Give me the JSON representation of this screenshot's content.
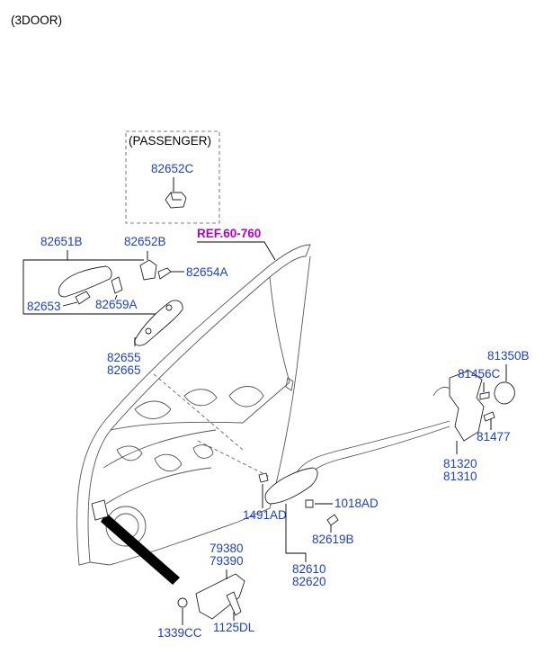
{
  "header": {
    "variant": "(3DOOR)"
  },
  "passenger_box": {
    "title": "(PASSENGER)"
  },
  "reference": {
    "label": "REF.60-760",
    "color": "#b000c8"
  },
  "colors": {
    "part_label": "#1a3fd1",
    "line": "#000000"
  },
  "parts": {
    "p82652C": "82652C",
    "p82651B": "82651B",
    "p82652B": "82652B",
    "p82654A": "82654A",
    "p82653": "82653",
    "p82659A": "82659A",
    "p82655": "82655",
    "p82665": "82665",
    "p81350B": "81350B",
    "p81456C": "81456C",
    "p81477": "81477",
    "p81320": "81320",
    "p81310": "81310",
    "p1491AD": "1491AD",
    "p1018AD": "1018AD",
    "p82619B": "82619B",
    "p82610": "82610",
    "p82620": "82620",
    "p79380": "79380",
    "p79390": "79390",
    "p1339CC": "1339CC",
    "p1125DL": "1125DL"
  }
}
